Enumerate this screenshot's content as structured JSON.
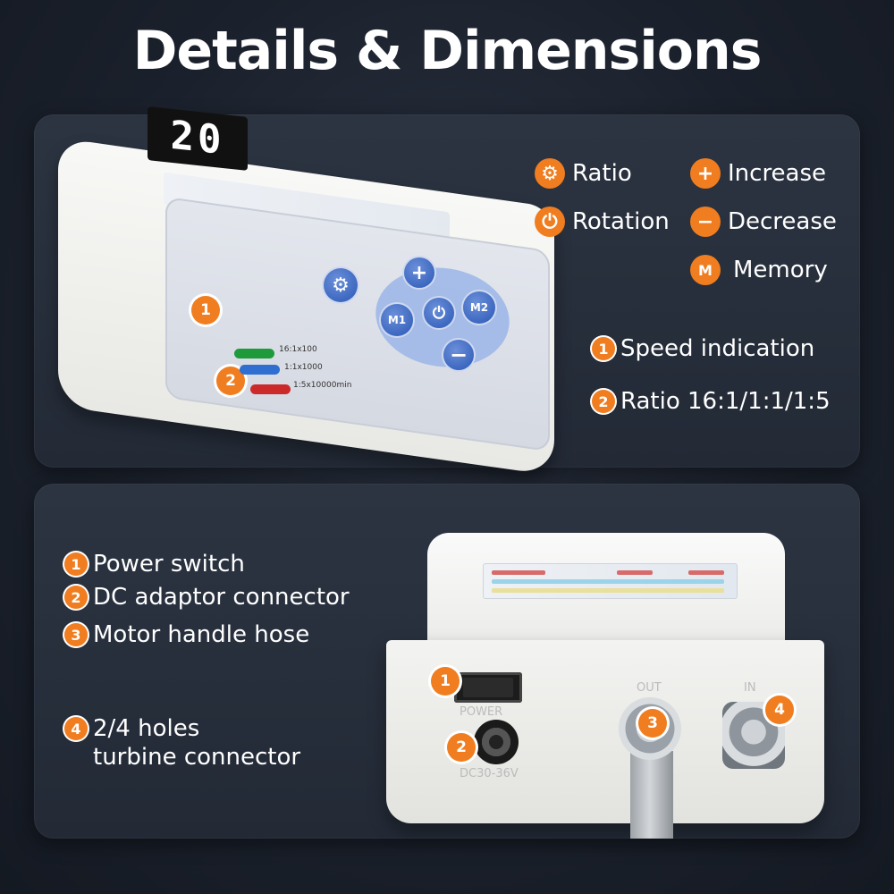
{
  "title": "Details & Dimensions",
  "top_panel": {
    "legend": [
      {
        "icon": "gear-icon",
        "glyph": "⚙",
        "label": "Ratio"
      },
      {
        "icon": "plus-icon",
        "glyph": "+",
        "label": "Increase"
      },
      {
        "icon": "power-icon",
        "glyph": "⏻",
        "label": "Rotation"
      },
      {
        "icon": "minus-icon",
        "glyph": "−",
        "label": "Decrease"
      },
      {
        "icon": "memory-icon",
        "glyph": "M",
        "label": "Memory"
      }
    ],
    "features": [
      {
        "num": "1",
        "label": "Speed indication"
      },
      {
        "num": "2",
        "label": "Ratio 16:1/1:1/1:5"
      }
    ],
    "device": {
      "display_value": "20",
      "callout_1": "1",
      "callout_2": "2",
      "btn_plus": "+",
      "btn_minus": "−",
      "btn_m1": "M1",
      "btn_m2": "M2",
      "btn_power": "⏻",
      "btn_gear": "⚙",
      "led_1": "16:1x100",
      "led_2": "1:1x1000",
      "led_3": "1:5x10000min"
    }
  },
  "bottom_panel": {
    "features": [
      {
        "num": "1",
        "label": "Power switch"
      },
      {
        "num": "2",
        "label": "DC adaptor connector"
      },
      {
        "num": "3",
        "label": "Motor handle hose"
      }
    ],
    "feature_4": {
      "num": "4",
      "line1": "2/4  holes",
      "line2": "turbine connector"
    },
    "device": {
      "power_label": "POWER",
      "dc_label": "DC30-36V",
      "out_label": "OUT",
      "in_label": "IN",
      "callouts": [
        "1",
        "2",
        "3",
        "4"
      ]
    }
  },
  "colors": {
    "accent": "#f07d1f",
    "background": "#1b212c",
    "panel": "#2a313e"
  }
}
